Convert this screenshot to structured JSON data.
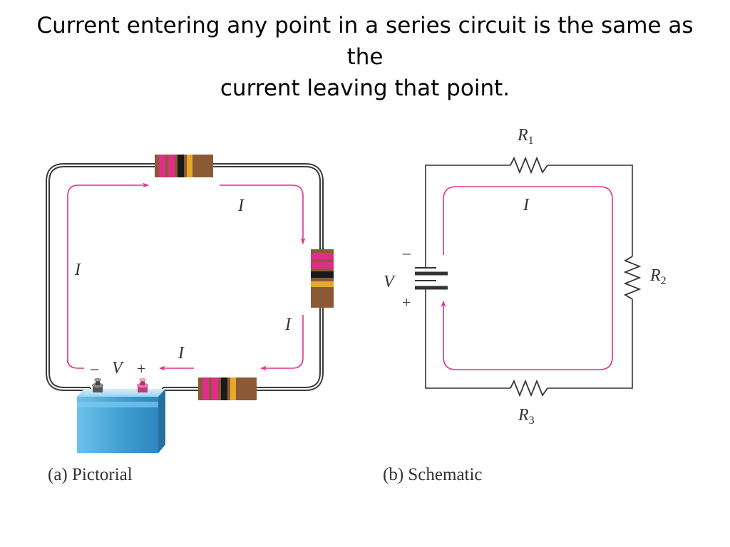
{
  "title": {
    "line1": "Current entering any point in a series circuit is the same as the",
    "line2": "current leaving that point."
  },
  "pictorial": {
    "caption": "(a) Pictorial",
    "current_label": "I",
    "battery_label": "V",
    "minus_sign": "–",
    "plus_sign": "+"
  },
  "schematic": {
    "caption": "(b) Schematic",
    "current_label": "I",
    "voltage_label": "V",
    "minus_sign": "–",
    "plus_sign": "+",
    "r1": "R",
    "r1_sub": "1",
    "r2": "R",
    "r2_sub": "2",
    "r3": "R",
    "r3_sub": "3"
  },
  "colors": {
    "current_arrow": "#e0338f",
    "wire": "#3a3a3a",
    "battery_body": "#4aa8d8",
    "resistor_body": "#8b5a34",
    "band_pink": "#e02d8a",
    "band_black": "#1a1a1a",
    "band_gold": "#e6a92a"
  }
}
